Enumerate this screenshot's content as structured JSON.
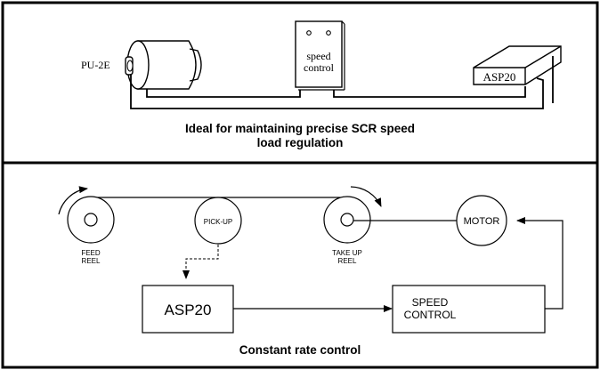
{
  "top_panel": {
    "pickup_label": "PU-2E",
    "speed_control_line1": "speed",
    "speed_control_line2": "control",
    "asp_label": "ASP20",
    "caption_line1": "Ideal for maintaining precise SCR speed",
    "caption_line2": "load regulation"
  },
  "bottom_panel": {
    "feed_reel_line1": "FEED",
    "feed_reel_line2": "REEL",
    "pickup_label": "PICK-UP",
    "take_up_line1": "TAKE UP",
    "take_up_line2": "REEL",
    "motor_label": "MOTOR",
    "asp_label": "ASP20",
    "speed_control_line1": "SPEED",
    "speed_control_line2": "CONTROL",
    "caption": "Constant rate control"
  }
}
